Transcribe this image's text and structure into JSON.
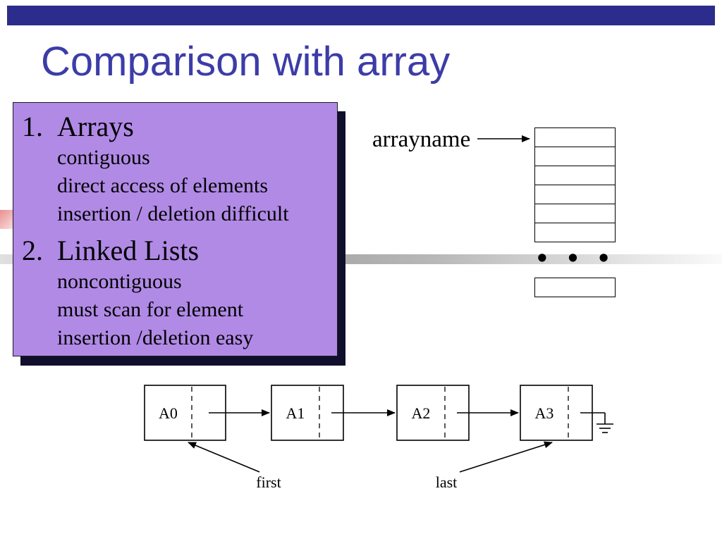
{
  "slide": {
    "title": "Comparison with array"
  },
  "colors": {
    "top_bar": "#2c2c8c",
    "title_text": "#3c3ca8",
    "box_fill": "#b18ae6",
    "box_shadow": "#10102c",
    "accent_pink": "#e89090",
    "diagram_line": "#000000"
  },
  "comparison_box": {
    "items": [
      {
        "number": "1.",
        "heading": "Arrays",
        "details": [
          "contiguous",
          "direct access of elements",
          "insertion / deletion difficult"
        ]
      },
      {
        "number": "2.",
        "heading": "Linked Lists",
        "details": [
          "noncontiguous",
          "must scan for element",
          "insertion /deletion easy"
        ]
      }
    ]
  },
  "array_diagram": {
    "pointer_label": "arrayname",
    "top_cell_count": 6,
    "ellipsis": "• • •",
    "bottom_cell_count": 1
  },
  "linked_list": {
    "nodes": [
      "A0",
      "A1",
      "A2",
      "A3"
    ],
    "first_label": "first",
    "last_label": "last"
  }
}
